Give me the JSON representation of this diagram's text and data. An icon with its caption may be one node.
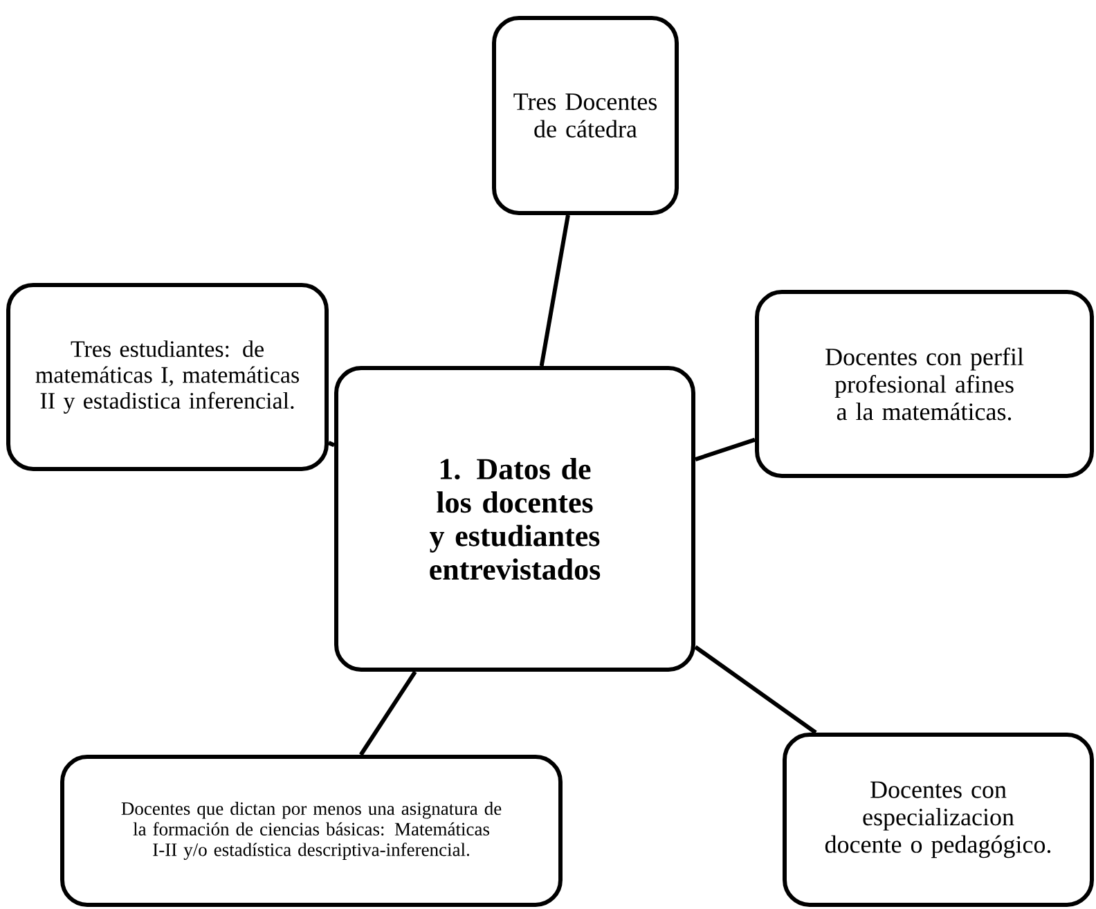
{
  "diagram": {
    "nodes": [
      {
        "text": [
          "1. Datos de los docentes y estudiantes entrevistados"
        ]
      },
      {
        "text": [
          "Tres Docentes de cátedra"
        ]
      },
      {
        "text": [
          "Tres estudiantes: de matemáticas I, matemáticas II y estadistica inferencial."
        ]
      },
      {
        "text": [
          "Docentes con perfil profesional afines a la matemáticas."
        ]
      },
      {
        "text": [
          "Docentes que dictan por menos una asignatura de la formación de ciencias básicas: Matemáticas I-II y/o estadística descriptiva-inferencial."
        ]
      },
      {
        "text": [
          "Docentes con especializacion docente o pedagógico."
        ]
      }
    ],
    "edges": [
      {
        "from": 0,
        "to": 1,
        "arrow": "none"
      },
      {
        "from": 0,
        "to": 2,
        "arrow": "none"
      },
      {
        "from": 0,
        "to": 3,
        "arrow": "none"
      },
      {
        "from": 0,
        "to": 4,
        "arrow": "none"
      },
      {
        "from": 0,
        "to": 5,
        "arrow": "none"
      }
    ]
  }
}
